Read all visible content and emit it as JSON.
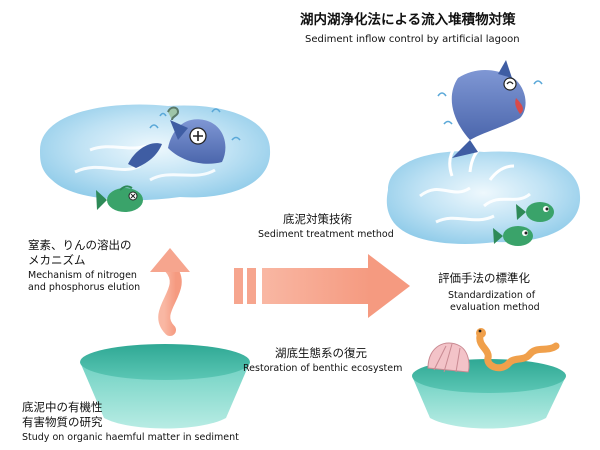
{
  "header": {
    "title_jp": "湖内湖浄化法による流入堆積物対策",
    "title_en": "Sediment inflow control by artificial lagoon"
  },
  "labels": {
    "elution_jp_1": "窒素、りんの溶出の",
    "elution_jp_2": "メカニズム",
    "elution_en_1": "Mechanism of nitrogen",
    "elution_en_2": "and phosphorus elution",
    "treatment_jp": "底泥対策技術",
    "treatment_en": "Sediment treatment method",
    "evaluation_jp": "評価手法の標準化",
    "evaluation_en_1": "Standardization of",
    "evaluation_en_2": "evaluation method",
    "restoration_jp": "湖底生態系の復元",
    "restoration_en": "Restoration of benthic ecosystem",
    "organic_jp_1": "底泥中の有機性",
    "organic_jp_2": "有害物質の研究",
    "organic_en": "Study on organic haemful matter in sediment"
  },
  "colors": {
    "water_light": "#cfe9f6",
    "water_mid": "#8fcbe9",
    "fish_blue": "#6c86c4",
    "fish_green": "#3aa36a",
    "arrow_salmon": "#f6a58e",
    "sediment_teal": "#4fbfae",
    "worm_orange": "#f0a04b",
    "shell_pink": "#f3c3c8"
  },
  "icons": {
    "sick_fish_lake": "distressed-fish-icon",
    "healthy_fish_lake": "jumping-fish-icon",
    "sediment_bowl_left": "sediment-bowl-icon",
    "sediment_bowl_right": "benthic-bowl-icon",
    "curved_up_arrow": "curved-arrow-icon",
    "right_arrow": "right-arrow-icon"
  }
}
